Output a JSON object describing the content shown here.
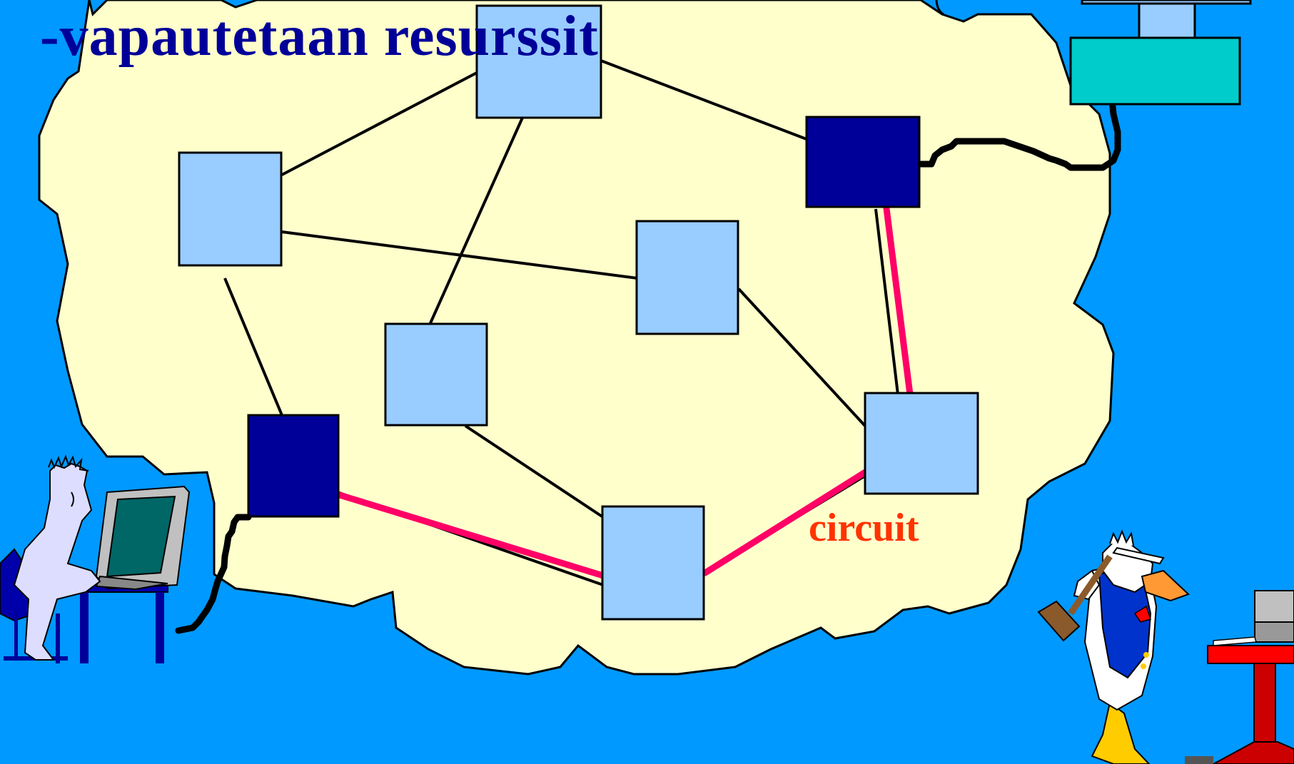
{
  "slide": {
    "title": "-vapautetaan resurssit",
    "circuit_label": "circuit"
  },
  "colors": {
    "background": "#0099ff",
    "cloud_fill": "#ffffcc",
    "node_idle": "#99ccff",
    "node_endpoint": "#000099",
    "circuit": "#ff0066",
    "title": "#000099",
    "circuit_label": "#ff3300",
    "server_box": "#00cccc"
  },
  "icons": {
    "user": "person-at-computer",
    "server": "server-computer",
    "duck": "donald-duck-with-hammer",
    "printer": "printer-on-table"
  }
}
